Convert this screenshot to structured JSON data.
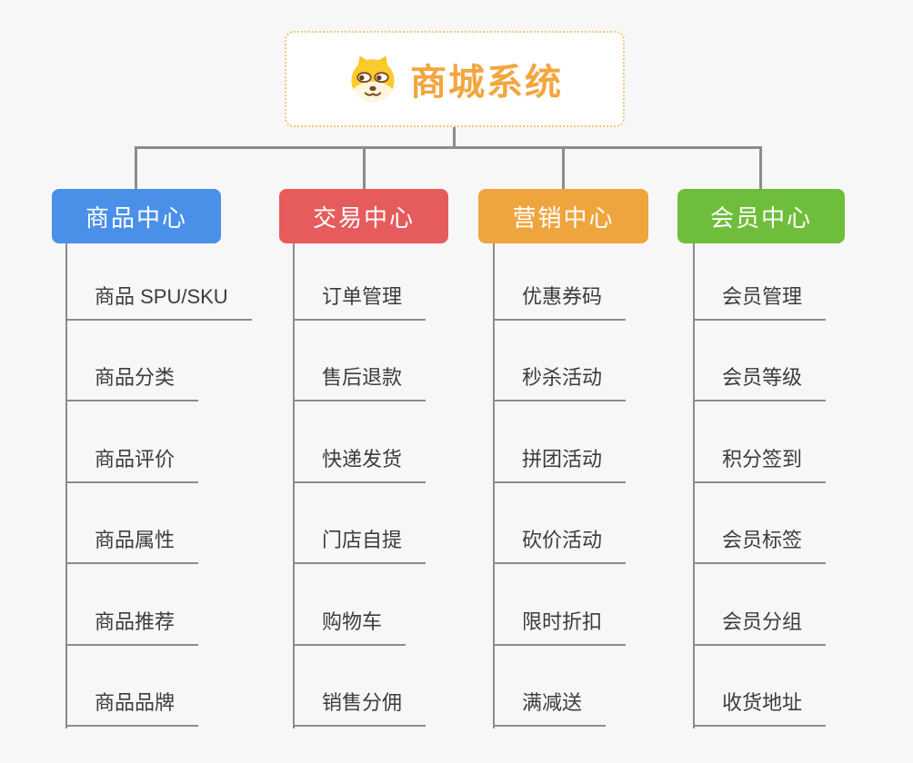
{
  "root": {
    "label": "商城系统",
    "icon": "dog-face-icon",
    "accent_color": "#f2a63f",
    "border_color": "#f3c57c"
  },
  "branches": [
    {
      "label": "商品中心",
      "color": "#4a90e8",
      "items": [
        "商品 SPU/SKU",
        "商品分类",
        "商品评价",
        "商品属性",
        "商品推荐",
        "商品品牌"
      ]
    },
    {
      "label": "交易中心",
      "color": "#e65c5c",
      "items": [
        "订单管理",
        "售后退款",
        "快递发货",
        "门店自提",
        "购物车",
        "销售分佣"
      ]
    },
    {
      "label": "营销中心",
      "color": "#efa53e",
      "items": [
        "优惠券码",
        "秒杀活动",
        "拼团活动",
        "砍价活动",
        "限时折扣",
        "满减送"
      ]
    },
    {
      "label": "会员中心",
      "color": "#6fbe3b",
      "items": [
        "会员管理",
        "会员等级",
        "积分签到",
        "会员标签",
        "会员分组",
        "收货地址"
      ]
    }
  ],
  "connector_color": "#8c8c8c",
  "background_color": "#f7f7f8",
  "leaf_text_color": "#3c3c3c"
}
